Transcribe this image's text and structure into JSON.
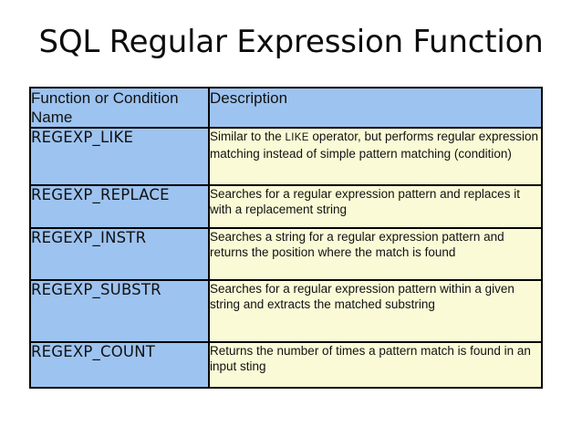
{
  "slide": {
    "title": "SQL Regular Expression Function",
    "background_color": "#FFFFFF",
    "title_color": "#0D0D0D"
  },
  "table": {
    "border_color": "#000000",
    "header_fill": "#9DC3F0",
    "name_fill": "#9DC3F0",
    "description_fill": "#FAFAD7",
    "columns": [
      {
        "key": "name",
        "header": "Function or Condition Name"
      },
      {
        "key": "description",
        "header": "Description"
      }
    ],
    "rows": [
      {
        "name": "REGEXP_LIKE",
        "description_pre": "Similar to the ",
        "description_smallcaps": "LIKE",
        "description_post": " operator, but performs regular expression matching instead of simple pattern matching (condition)",
        "description_full": "Similar to the LIKE operator, but performs regular expression matching instead of simple pattern matching (condition)"
      },
      {
        "name": "REGEXP_REPLACE",
        "description_pre": "",
        "description_smallcaps": "",
        "description_post": "Searches for a regular expression pattern and replaces it with a replacement string",
        "description_full": "Searches for a regular expression pattern and replaces it with a replacement string"
      },
      {
        "name": "REGEXP_INSTR",
        "description_pre": "",
        "description_smallcaps": "",
        "description_post": "Searches a string for a regular expression pattern and returns the position where the match is found",
        "description_full": "Searches a string for a regular expression pattern and returns the position where the match is found"
      },
      {
        "name": "REGEXP_SUBSTR",
        "description_pre": "",
        "description_smallcaps": "",
        "description_post": "Searches for a regular expression pattern within a given string and extracts the matched substring",
        "description_full": "Searches for a regular expression pattern within a given string and extracts the matched substring"
      },
      {
        "name": "REGEXP_COUNT",
        "description_pre": "",
        "description_smallcaps": "",
        "description_post": "Returns the number of times a pattern match is found in an input sting",
        "description_full": "Returns the number of times a pattern match is found in an input sting"
      }
    ]
  }
}
